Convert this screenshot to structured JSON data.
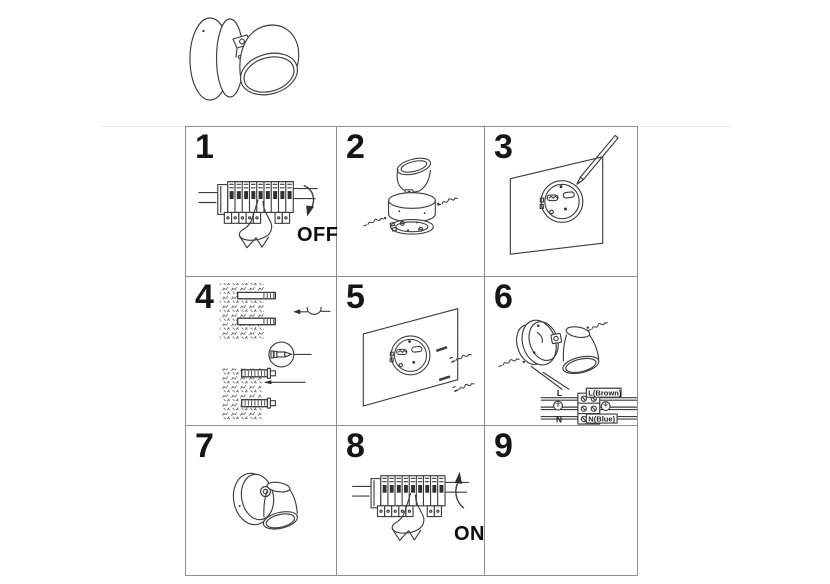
{
  "colors": {
    "background": "#ffffff",
    "line": "#3d3d3d",
    "grid_line": "#8f8f8f",
    "text": "#161616"
  },
  "product_overview": {
    "illustration": "wall-mounted-adjustable-spotlight"
  },
  "steps": [
    {
      "num": "1",
      "caption": "OFF",
      "illustration": "switch-circuit-breaker-off"
    },
    {
      "num": "2",
      "illustration": "detach-mounting-ring-from-lamp"
    },
    {
      "num": "3",
      "illustration": "mark-drill-holes-through-ring"
    },
    {
      "num": "4",
      "illustration": "drill-holes-and-insert-wall-anchors"
    },
    {
      "num": "5",
      "illustration": "screw-mounting-ring-to-wall"
    },
    {
      "num": "6",
      "illustration": "connect-wires-and-fix-lamp",
      "wiring": {
        "live": "L",
        "neutral": "N",
        "live_wire": "L(Brown)",
        "neutral_wire": "N(Blue)"
      }
    },
    {
      "num": "7",
      "illustration": "lamp-installed"
    },
    {
      "num": "8",
      "caption": "ON",
      "illustration": "switch-circuit-breaker-on"
    },
    {
      "num": "9",
      "illustration": "empty"
    }
  ]
}
